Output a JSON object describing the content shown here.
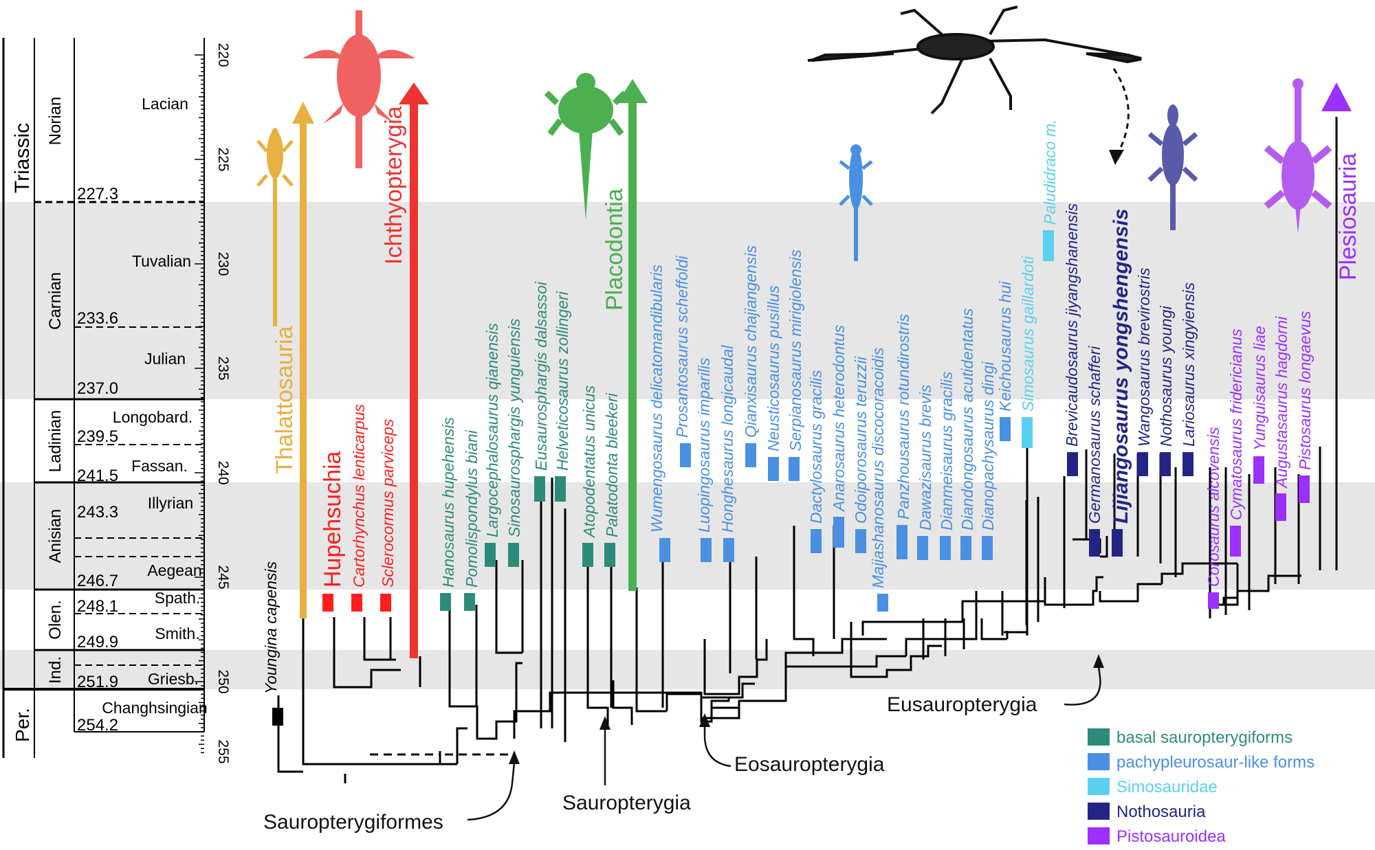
{
  "colors": {
    "basal": "#2e8b7a",
    "pachy": "#4a90e2",
    "simo": "#5ad0f0",
    "notho": "#242486",
    "pisto": "#9b30ff",
    "thalatto": "#e8b040",
    "hupeh": "#ff1e1e",
    "ichthyo": "#ee3333",
    "placo": "#4caf50",
    "band": "#e6e6e6"
  },
  "timescale": {
    "period": "Triassic",
    "period_below": "Per.",
    "stages": [
      "Norian",
      "Carnian",
      "Ladinian",
      "Anisian",
      "Olen.",
      "Ind."
    ],
    "substages": [
      "Lacian",
      "Tuvalian",
      "Julian",
      "Longobard.",
      "Fassan.",
      "Illyrian",
      "Aegean",
      "Spath.",
      "Smith.",
      "Griesb.",
      "Changhsingian"
    ],
    "boundaries": [
      "227.3",
      "233.6",
      "237.0",
      "239.5",
      "241.5",
      "243.3",
      "246.7",
      "248.1",
      "249.9",
      "251.9",
      "254.2"
    ],
    "axis_ticks": [
      "220",
      "225",
      "230",
      "235",
      "240",
      "245",
      "250",
      "255"
    ]
  },
  "taxa": {
    "youngina": "Youngina capensis",
    "cartorhynchus": "Cartorhynchus lenticarpus",
    "sclerocormus": "Sclerocormus parviceps",
    "hanosaurus": "Hanosaurus hupehensis",
    "pomolispondylus": "Pomolispondylus biani",
    "largocephalosaurus": "Largocephalosaurus qianensis",
    "sinosaurosphargis": "Sinosaurosphargis yunguiensis",
    "eusaurosphargis": "Eusaurosphargis dalsassoi",
    "helveticosaurus": "Helveticosaurus zollingeri",
    "atopodentatus": "Atopodentatus unicus",
    "palatodonta": "Palatodonta bleekeri",
    "wumengosaurus": "Wumengosaurus delicatomandibularis",
    "prosantosaurus": "Prosantosaurus scheffoldi",
    "luopingosaurus": "Luopingosaurus imparilis",
    "honghesaurus": "Honghesaurus longicaudal",
    "qianxisaurus": "Qianxisaurus chajiangensis",
    "neusticosaurus": "Neusticosaurus pusillus",
    "serpianosaurus": "Serpianosaurus mirigiolensis",
    "dactylosaurus": "Dactylosaurus gracilis",
    "anarosaurus": "Anarosaurus heterodontus",
    "odoiporosaurus": "Odoiporosaurus teruzzii",
    "majiashanosaurus": "Majiashanosaurus discocoracoidis",
    "panzhousaurus": "Panzhousaurus rotundirostris",
    "dawazisaurus": "Dawazisaurus brevis",
    "dianmeisaurus": "Dianmeisaurus gracilis",
    "diandongosaurus": "Diandongosaurus acutidentatus",
    "dianopachysaurus": "Dianopachysaurus dingi",
    "keichousaurus": "Keichousaurus hui",
    "simosaurus": "Simosaurus gaillardoti",
    "paludidraco": "Paludidraco m.",
    "brevicaudosaurus": "Brevicaudosaurus jiyangshanensis",
    "germanosaurus": "Germanosaurus schafferi",
    "lijiangosaurus": "Lijiangosaurus yongshengensis",
    "wangosaurus": "Wangosaurus brevirostris",
    "nothosaurus": "Nothosaurus youngi",
    "lariosaurus": "Lariosaurus xingyiensis",
    "corosaurus": "Corosaurus alcovensis",
    "cymatosaurus": "Cymatosaurus fridericianus",
    "yunguisaurus": "Yunguisaurus liae",
    "augustasaurus": "Augustasaurus hagdorni",
    "pistosaurus": "Pistosaurus longaevus"
  },
  "groups": {
    "thalattosauria": "Thalattosauria",
    "hupehsuchia": "Hupehsuchia",
    "ichthyopterygia": "Ichthyopterygia",
    "placodontia": "Placodontia",
    "plesiosauria": "Plesiosauria"
  },
  "clades": {
    "sauropterygiformes": "Sauropterygiformes",
    "sauropterygia": "Sauropterygia",
    "eosauropterygia": "Eosauropterygia",
    "eusauropterygia": "Eusauropterygia"
  },
  "legend": [
    {
      "label": "basal sauropterygiforms",
      "color": "#2e8b7a",
      "text_color": "#2e8b7a"
    },
    {
      "label": "pachypleurosaur-like forms",
      "color": "#4a90e2",
      "text_color": "#4a90e2"
    },
    {
      "label": "Simosauridae",
      "color": "#5ad0f0",
      "text_color": "#5ad0f0"
    },
    {
      "label": "Nothosauria",
      "color": "#242486",
      "text_color": "#242486"
    },
    {
      "label": "Pistosauroidea",
      "color": "#9b30ff",
      "text_color": "#9b30ff"
    }
  ]
}
